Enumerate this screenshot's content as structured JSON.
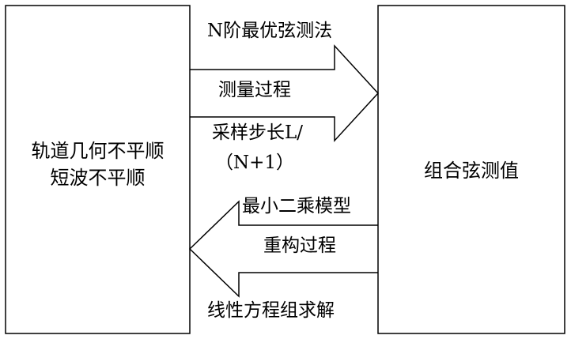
{
  "left_box": {
    "line1": "轨道几何不平顺",
    "line2": "短波不平顺"
  },
  "right_box": {
    "label": "组合弦测值"
  },
  "forward_arrow": {
    "method": "N阶最优弦测法",
    "process": "测量过程",
    "sampling_line1": "采样步长L/",
    "sampling_line2": "（N+1）"
  },
  "backward_arrow": {
    "model": "最小二乘模型",
    "process": "重构过程",
    "solve": "线性方程组求解"
  }
}
